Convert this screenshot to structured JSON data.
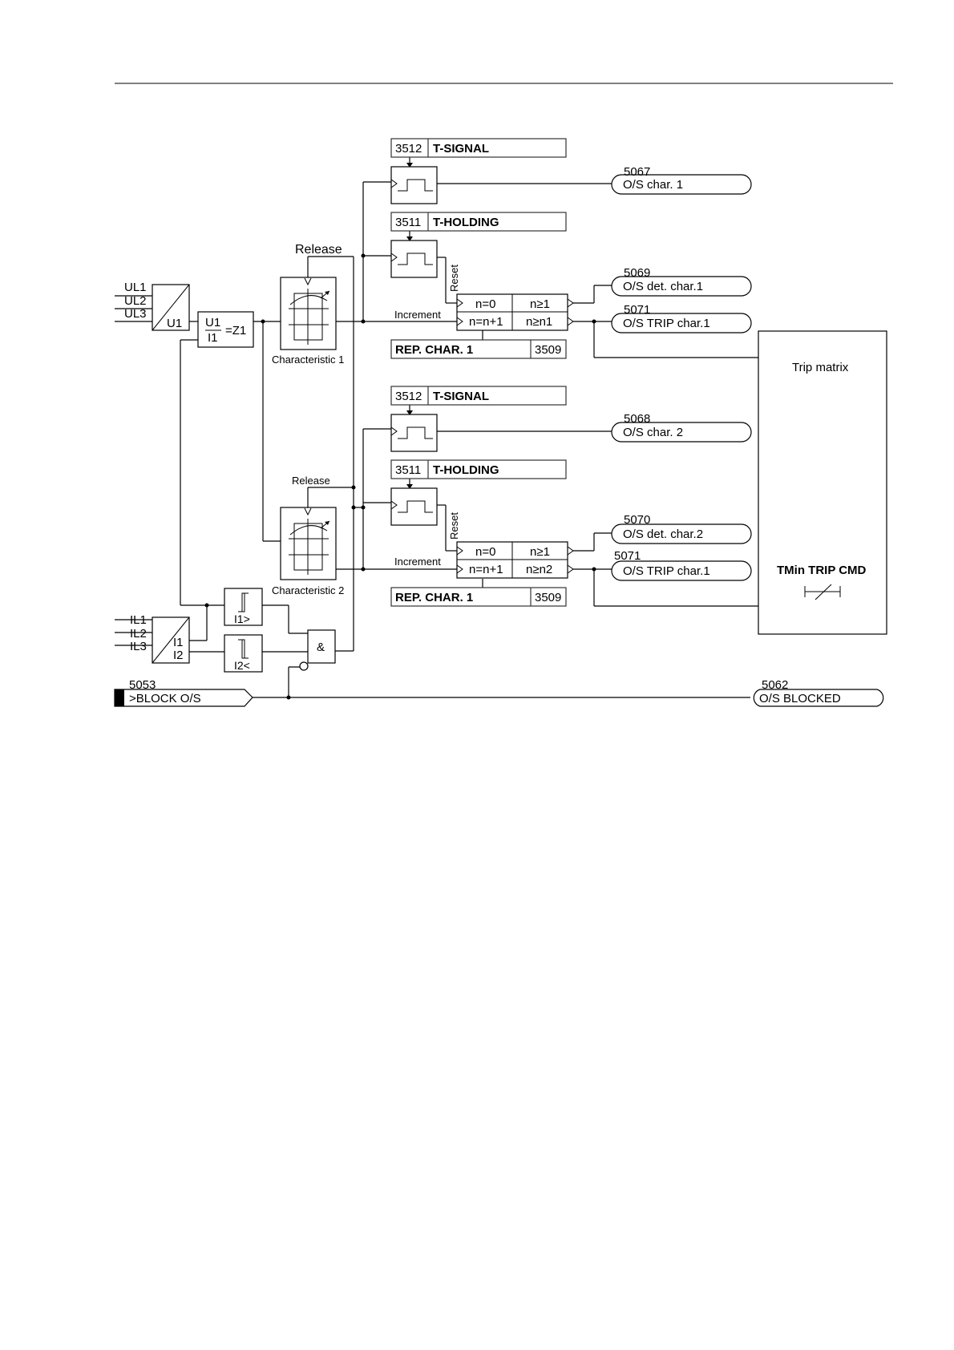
{
  "inputs": {
    "voltages": [
      "UL1",
      "UL2",
      "UL3"
    ],
    "voltage_converter": "U1",
    "currents": [
      "IL1",
      "IL2",
      "IL3"
    ],
    "current_converter_1": "I1",
    "current_converter_2": "I2",
    "impedance_num": "U1",
    "impedance_den": "I1",
    "impedance_eq": "=Z1",
    "i1_threshold": "I1>",
    "i2_threshold": "I2<",
    "and_gate": "&"
  },
  "channel1": {
    "release": "Release",
    "characteristic": "Characteristic 1",
    "signal_num": "3512",
    "signal_name": "T-SIGNAL",
    "holding_num": "3511",
    "holding_name": "T-HOLDING",
    "reset": "Reset",
    "increment": "Increment",
    "counter_n0": "n=0",
    "counter_ninc": "n=n+1",
    "counter_ge1": "n≥1",
    "counter_gen": "n≥n1",
    "rep_name": "REP. CHAR. 1",
    "rep_num": "3509",
    "out_char_num": "5067",
    "out_char_label": "O/S char. 1",
    "out_det_num": "5069",
    "out_det_label": "O/S det. char.1",
    "out_trip_num": "5071",
    "out_trip_label": "O/S TRIP char.1"
  },
  "channel2": {
    "release": "Release",
    "characteristic": "Characteristic 2",
    "signal_num": "3512",
    "signal_name": "T-SIGNAL",
    "holding_num": "3511",
    "holding_name": "T-HOLDING",
    "reset": "Reset",
    "increment": "Increment",
    "counter_n0": "n=0",
    "counter_ninc": "n=n+1",
    "counter_ge1": "n≥1",
    "counter_gen": "n≥n2",
    "rep_name": "REP. CHAR. 1",
    "rep_num": "3509",
    "out_char_num": "5068",
    "out_char_label": "O/S char. 2",
    "out_det_num": "5070",
    "out_det_label": "O/S det. char.2",
    "out_trip_num": "5071",
    "out_trip_label": "O/S TRIP char.1"
  },
  "trip_matrix": {
    "title": "Trip matrix",
    "cmd": "TMin TRIP CMD"
  },
  "block": {
    "in_num": "5053",
    "in_label": ">BLOCK O/S",
    "out_num": "5062",
    "out_label": "O/S BLOCKED"
  },
  "colors": {
    "line": "#000000",
    "box_border": "#333333"
  }
}
